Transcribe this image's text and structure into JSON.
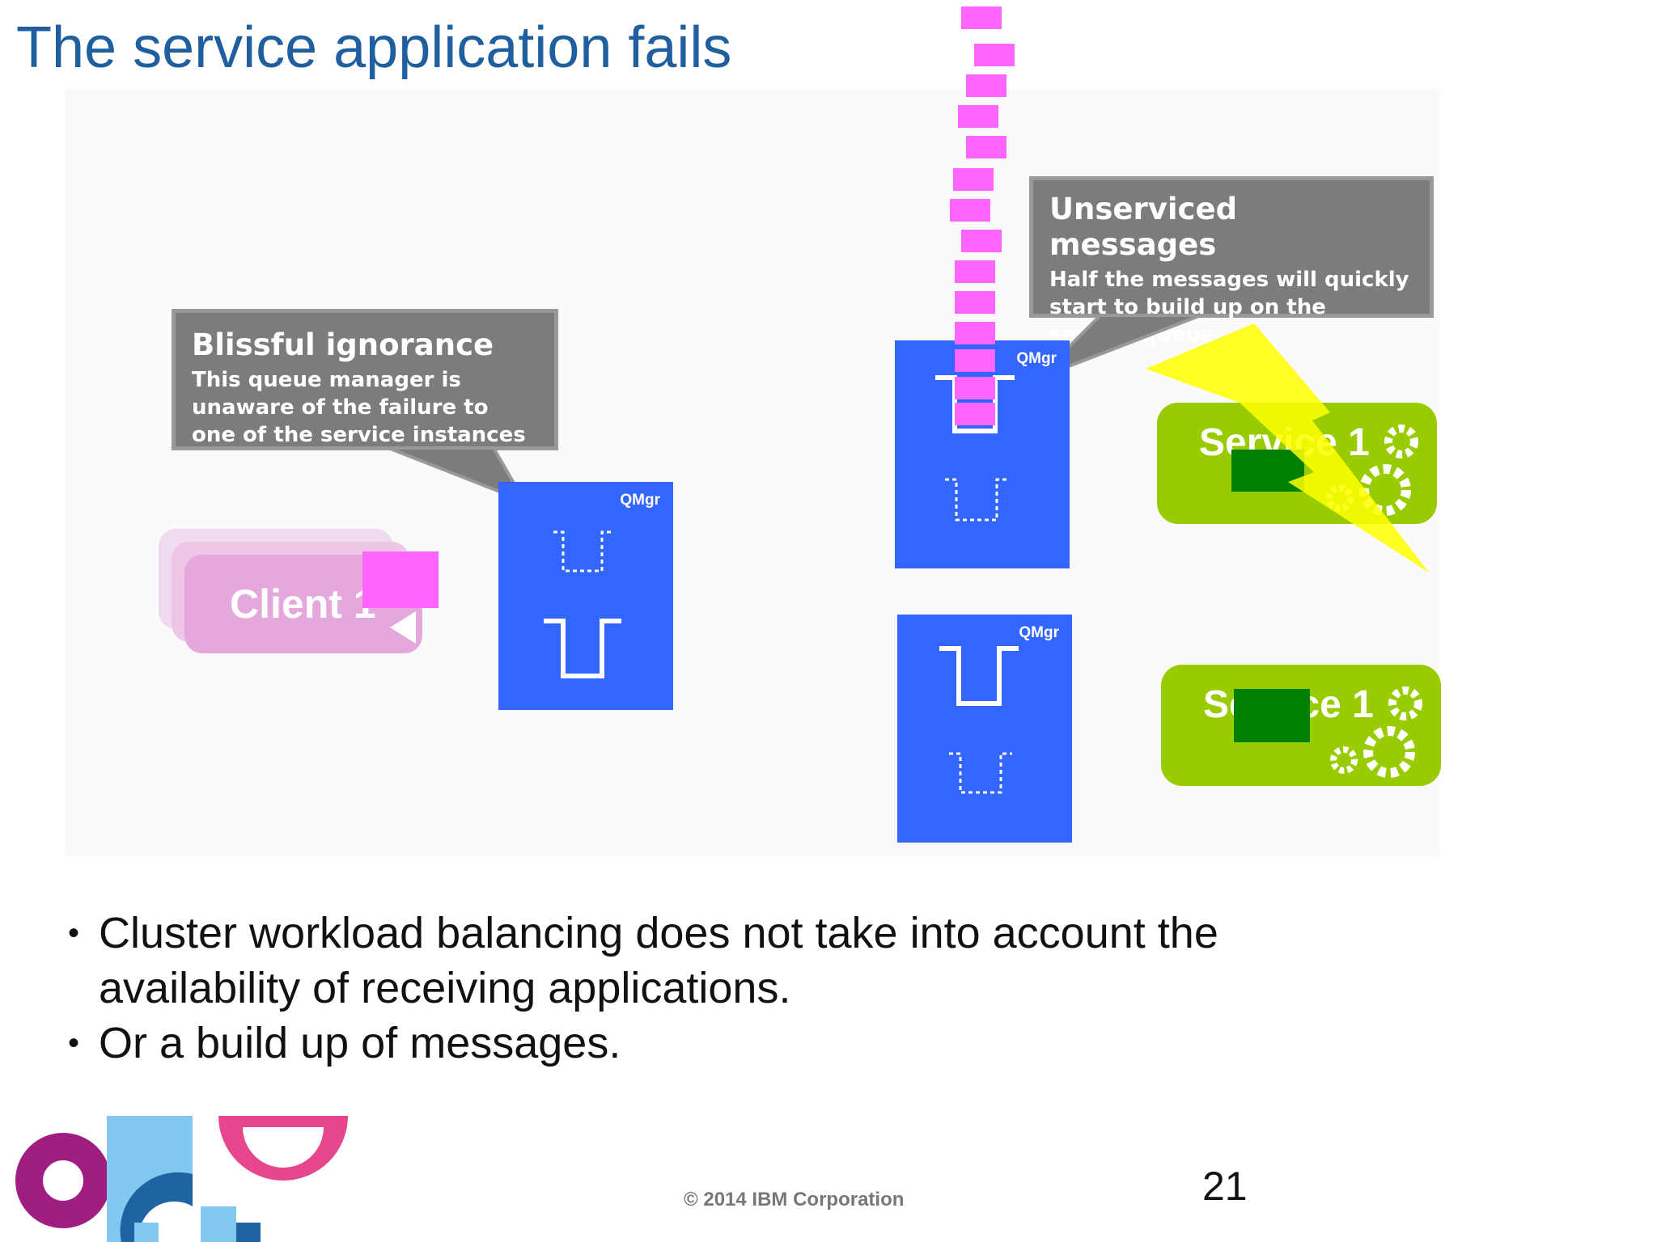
{
  "slide": {
    "title": "The service application fails",
    "bullets": [
      "Cluster workload balancing does not take into account the availability of receiving applications.",
      "Or a build up of messages."
    ],
    "footer": "© 2014 IBM Corporation",
    "page_number": "21"
  },
  "callouts": {
    "left": {
      "heading": "Blissful ignorance",
      "body": "This queue manager is unaware of the failure to one of the service instances"
    },
    "right": {
      "heading": "Unserviced messages",
      "body": "Half the messages will quickly start to build up on the service queue"
    }
  },
  "diagram": {
    "client_label": "Client 1",
    "qmgr_label": "QMgr",
    "service_label": "Service 1",
    "colors": {
      "qmgr": "#3366ff",
      "service": "#99cc00",
      "message": "#ff66ff",
      "lightning": "#ffff00",
      "callout": "#7c7c7c"
    }
  }
}
